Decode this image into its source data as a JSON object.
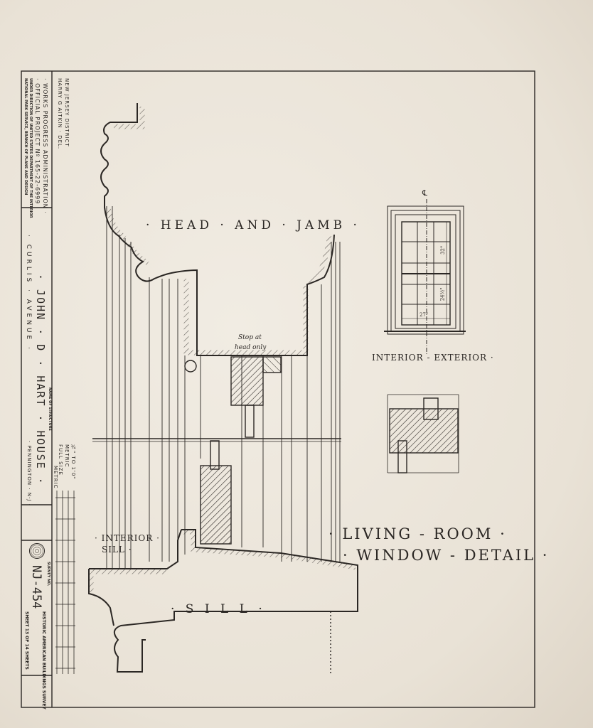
{
  "title_block": {
    "delineator": "HARRY G AITKIN · DEL.",
    "district": "NEW JERSEY DISTRICT",
    "agency": "· WORKS PROGRESS ADMINISTRATION ·",
    "project": "· OFFICIAL PROJECT Nº 165-22-6999 ·",
    "direction_line1": "UNDER DIRECTION OF UNITED STATES DEPARTMENT OF THE INTERIOR",
    "direction_line2": "NATIONAL PARK SERVICE, BRANCH OF PLANS AND DESIGN",
    "street": "· CURLIS · AVENUE ·",
    "structure_name": "· JOHN · D · HART · HOUSE ·",
    "structure_label": "NAME OF STRUCTURE",
    "location": "· PENNINGTON · N·J ·",
    "scale_1": "¾\" TO 1'0\"",
    "scale_2": "METRIC",
    "scale_3": "FULL SIZE",
    "scale_4": "METRIC",
    "survey_label": "SURVEY NO.",
    "survey_no": "NJ-454",
    "survey_name": "HISTORIC AMERICAN BUILDINGS SURVEY",
    "sheet": "SHEET 13 OF 14 SHEETS"
  },
  "drawing": {
    "head_jamb": "· HEAD · AND · JAMB ·",
    "stop_note_1": "Stop at",
    "stop_note_2": "head only",
    "elevation_label": "INTERIOR - EXTERIOR ·",
    "centerline": "℄",
    "dim_upper": "32\"",
    "dim_lower": "24½\"",
    "dim_width": "27\"",
    "interior_sill_1": "· INTERIOR ·",
    "interior_sill_2": "SILL ·",
    "sill": "· S I L L ·",
    "title_1": "· LIVING - ROOM ·",
    "title_2": "· WINDOW - DETAIL ·"
  }
}
